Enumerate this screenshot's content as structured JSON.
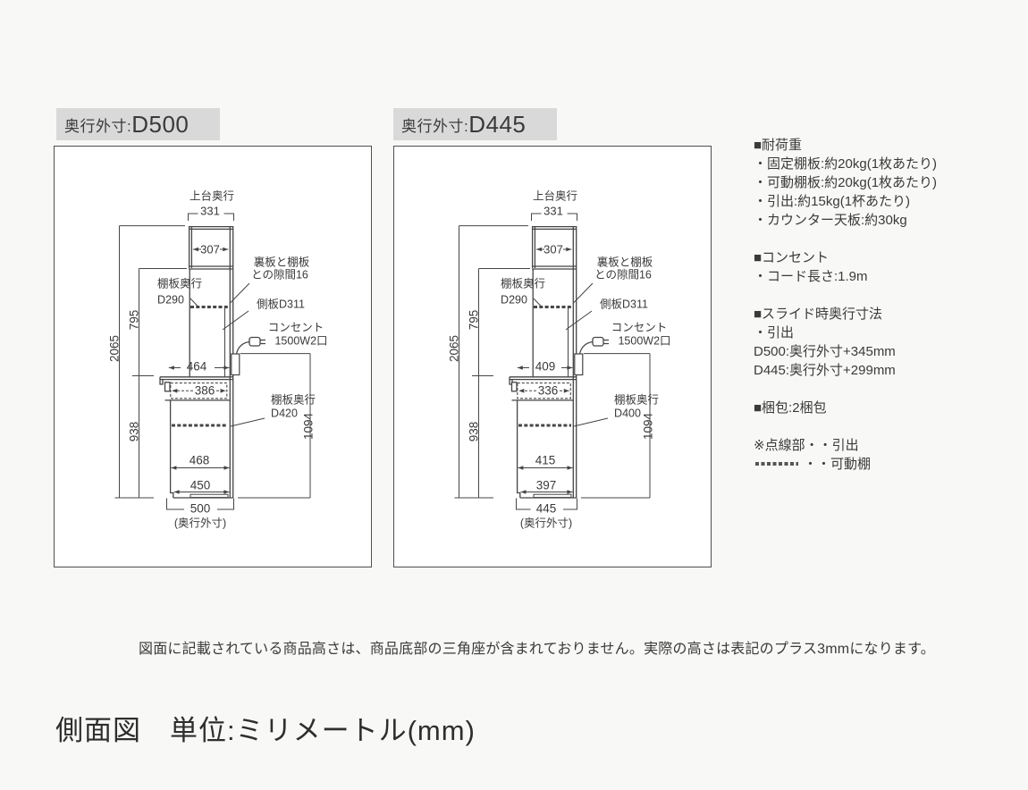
{
  "colors": {
    "page_bg": "#f8f8f6",
    "panel_bg": "#ffffff",
    "chip_bg": "#d9d9d9",
    "line": "#444444",
    "text": "#3a3a3a"
  },
  "page": {
    "title": "側面図　単位:ミリメートル(mm)",
    "bottom_note": "図面に記載されている商品高さは、商品底部の三角座が含まれておりません。実際の高さは表記のプラス3mmになります。"
  },
  "diagrams": [
    {
      "chip_prefix": "奥行外寸:",
      "chip_value": "D500",
      "upper_depth_label": "上台奥行",
      "dim_331": "331",
      "dim_307": "307",
      "shelf_upper_line1": "棚板奥行",
      "shelf_upper_line2": "D290",
      "gap_line1": "裏板と棚板",
      "gap_line2": "との隙間16",
      "side_panel": "側板D311",
      "outlet_line1": "コンセント",
      "outlet_line2": "1500W2口",
      "dim_height_total": "2065",
      "dim_height_upper": "795",
      "dim_height_lower": "938",
      "dim_height_counter": "1094",
      "dim_counter_depth": "464",
      "dim_drawer": "386",
      "shelf_lower_line1": "棚板奥行",
      "shelf_lower_line2": "D420",
      "dim_inner": "468",
      "dim_base": "450",
      "dim_outer": "500",
      "outer_caption": "(奥行外寸)"
    },
    {
      "chip_prefix": "奥行外寸:",
      "chip_value": "D445",
      "upper_depth_label": "上台奥行",
      "dim_331": "331",
      "dim_307": "307",
      "shelf_upper_line1": "棚板奥行",
      "shelf_upper_line2": "D290",
      "gap_line1": "裏板と棚板",
      "gap_line2": "との隙間16",
      "side_panel": "側板D311",
      "outlet_line1": "コンセント",
      "outlet_line2": "1500W2口",
      "dim_height_total": "2065",
      "dim_height_upper": "795",
      "dim_height_lower": "938",
      "dim_height_counter": "1094",
      "dim_counter_depth": "409",
      "dim_drawer": "336",
      "shelf_lower_line1": "棚板奥行",
      "shelf_lower_line2": "D400",
      "dim_inner": "415",
      "dim_base": "397",
      "dim_outer": "445",
      "outer_caption": "(奥行外寸)"
    }
  ],
  "sideinfo": {
    "load_header": "■耐荷重",
    "load_items": [
      "・固定棚板:約20kg(1枚あたり)",
      "・可動棚板:約20kg(1枚あたり)",
      "・引出:約15kg(1杯あたり)",
      "・カウンター天板:約30kg"
    ],
    "outlet_header": "■コンセント",
    "outlet_items": [
      "・コード長さ:1.9m"
    ],
    "slide_header": "■スライド時奥行寸法",
    "slide_items": [
      "・引出",
      "D500:奥行外寸+345mm",
      "D445:奥行外寸+299mm"
    ],
    "packing_header": "■梱包:2梱包",
    "legend_line1": "※点線部・・引出",
    "legend_line2": "・・可動棚"
  }
}
